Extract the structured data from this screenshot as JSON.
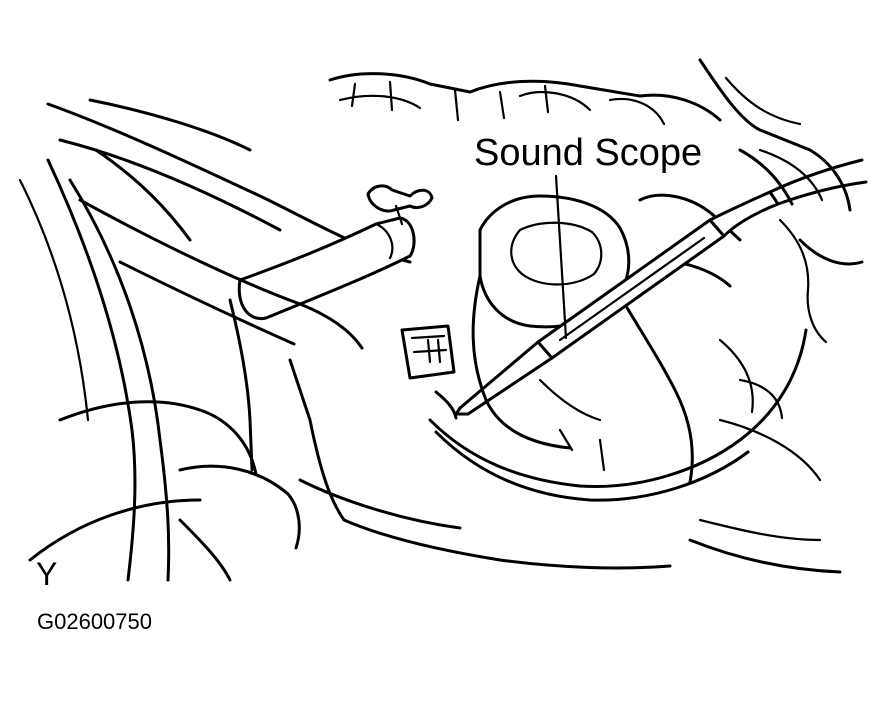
{
  "callout": {
    "label": "Sound Scope"
  },
  "view_letter": "Y",
  "figure_id": "G02600750"
}
